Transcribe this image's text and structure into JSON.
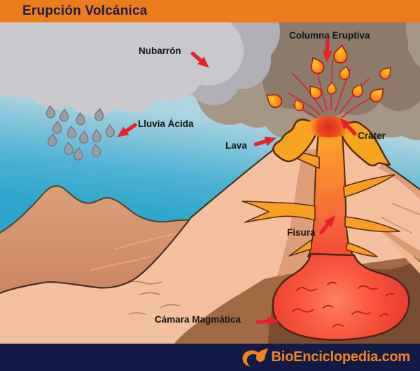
{
  "header": {
    "title": "Erupción Volcánica"
  },
  "labels": {
    "columna": "Columna Eruptiva",
    "nubarron": "Nubarrón",
    "lluvia": "Lluvia Ácida",
    "lava": "Lava",
    "crater": "Cráter",
    "fisura": "Fisura",
    "camara": "Cámara Magmática"
  },
  "footer": {
    "site": "BioEnciclopedia.com"
  },
  "colors": {
    "header_bg": "#EC7D1B",
    "header_text": "#1B1B52",
    "footer_bg": "#121A45",
    "brand_orange": "#F5831F",
    "arrow_red": "#E62129",
    "label_text": "#151515",
    "sky_top": "#CDDAE0",
    "sky_teal": "#2BA3C9",
    "storm_cloud_gray": "#C9C8CD",
    "ash_cloud_brown": "#A69685",
    "ash_cloud_dark": "#8C7A6A",
    "rain_drop": "#9C9CA4",
    "hill_tan": "#C98760",
    "volcano_skin": "#F2C09E",
    "lava_orange": "#F7A41E",
    "conduit_orange": "#FB8A2E",
    "magma_red": "#F04A38",
    "ground_brown": "#A06A45",
    "pocket_dark_brown": "#7B4D30"
  }
}
